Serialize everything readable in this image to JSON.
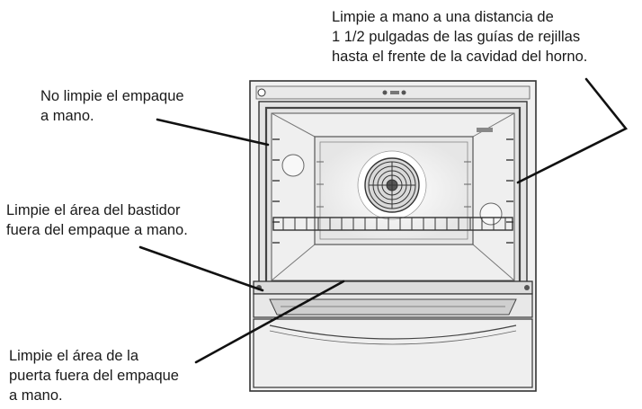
{
  "callouts": {
    "rack_guides": "Limpie a mano a una distancia de\n1 1/2 pulgadas de las guías de rejillas\nhasta el frente de la cavidad del horno.",
    "gasket": "No limpie el empaque\na mano.",
    "frame": "Limpie el área del bastidor\nfuera del empaque a mano.",
    "door": "Limpie el área de la\npuerta fuera del empaque\na mano."
  }
}
